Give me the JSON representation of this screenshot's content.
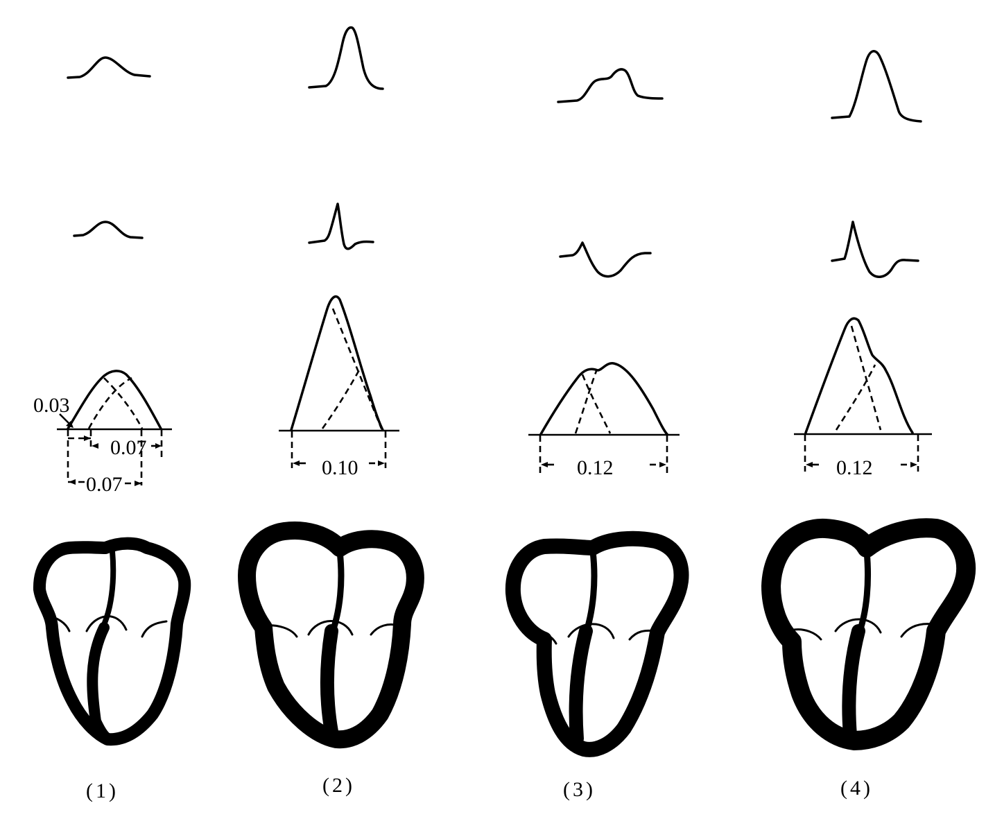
{
  "panels": [
    {
      "caption": "(1)",
      "measurements": [
        "0.03",
        "0.07",
        "0.07"
      ]
    },
    {
      "caption": "(2)",
      "measurements": [
        "0.10"
      ]
    },
    {
      "caption": "(3)",
      "measurements": [
        "0.12"
      ]
    },
    {
      "caption": "(4)",
      "measurements": [
        "0.12"
      ]
    }
  ]
}
